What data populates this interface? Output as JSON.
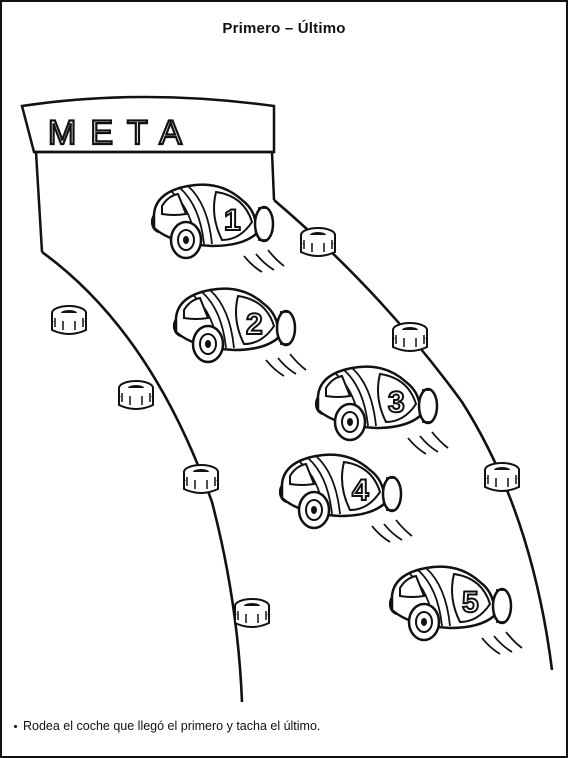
{
  "title": "Primero – Último",
  "banner": {
    "text": "META"
  },
  "cars": [
    {
      "number": "1"
    },
    {
      "number": "2"
    },
    {
      "number": "3"
    },
    {
      "number": "4"
    },
    {
      "number": "5"
    }
  ],
  "instruction": "Rodea el coche que llegó el primero y tacha el último."
}
